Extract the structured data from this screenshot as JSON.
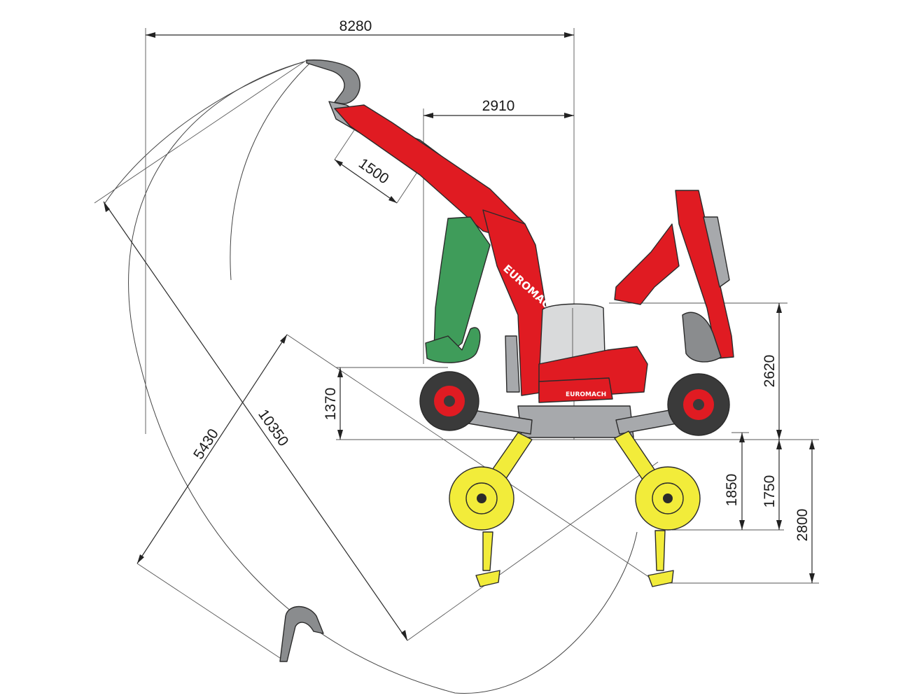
{
  "brand": {
    "name": "EUROMACH",
    "color": "#e01b22"
  },
  "colors": {
    "machine_red": "#e01b22",
    "arm_green": "#3f9c5a",
    "leg_yellow": "#f2ec3a",
    "steel_grey": "#a7a9ac",
    "cab_grey": "#d9dadb",
    "tyre_dark": "#3a3a3a"
  },
  "dimensions": {
    "overall_reach_width": "8280",
    "front_offset": "2910",
    "dipper_extension": "1500",
    "max_reach_radius": "10350",
    "dig_depth": "5430",
    "ground_clearance": "1370",
    "cab_height": "2620",
    "wheel_lower_1850": "1850",
    "wheel_lower_1750": "1750",
    "max_lower_depth": "2800"
  },
  "icons": {
    "bucket_raised": "bucket-icon",
    "bucket_dig": "bucket-icon",
    "wheel": "wheel-icon",
    "stabilizer_claw": "claw-icon"
  }
}
